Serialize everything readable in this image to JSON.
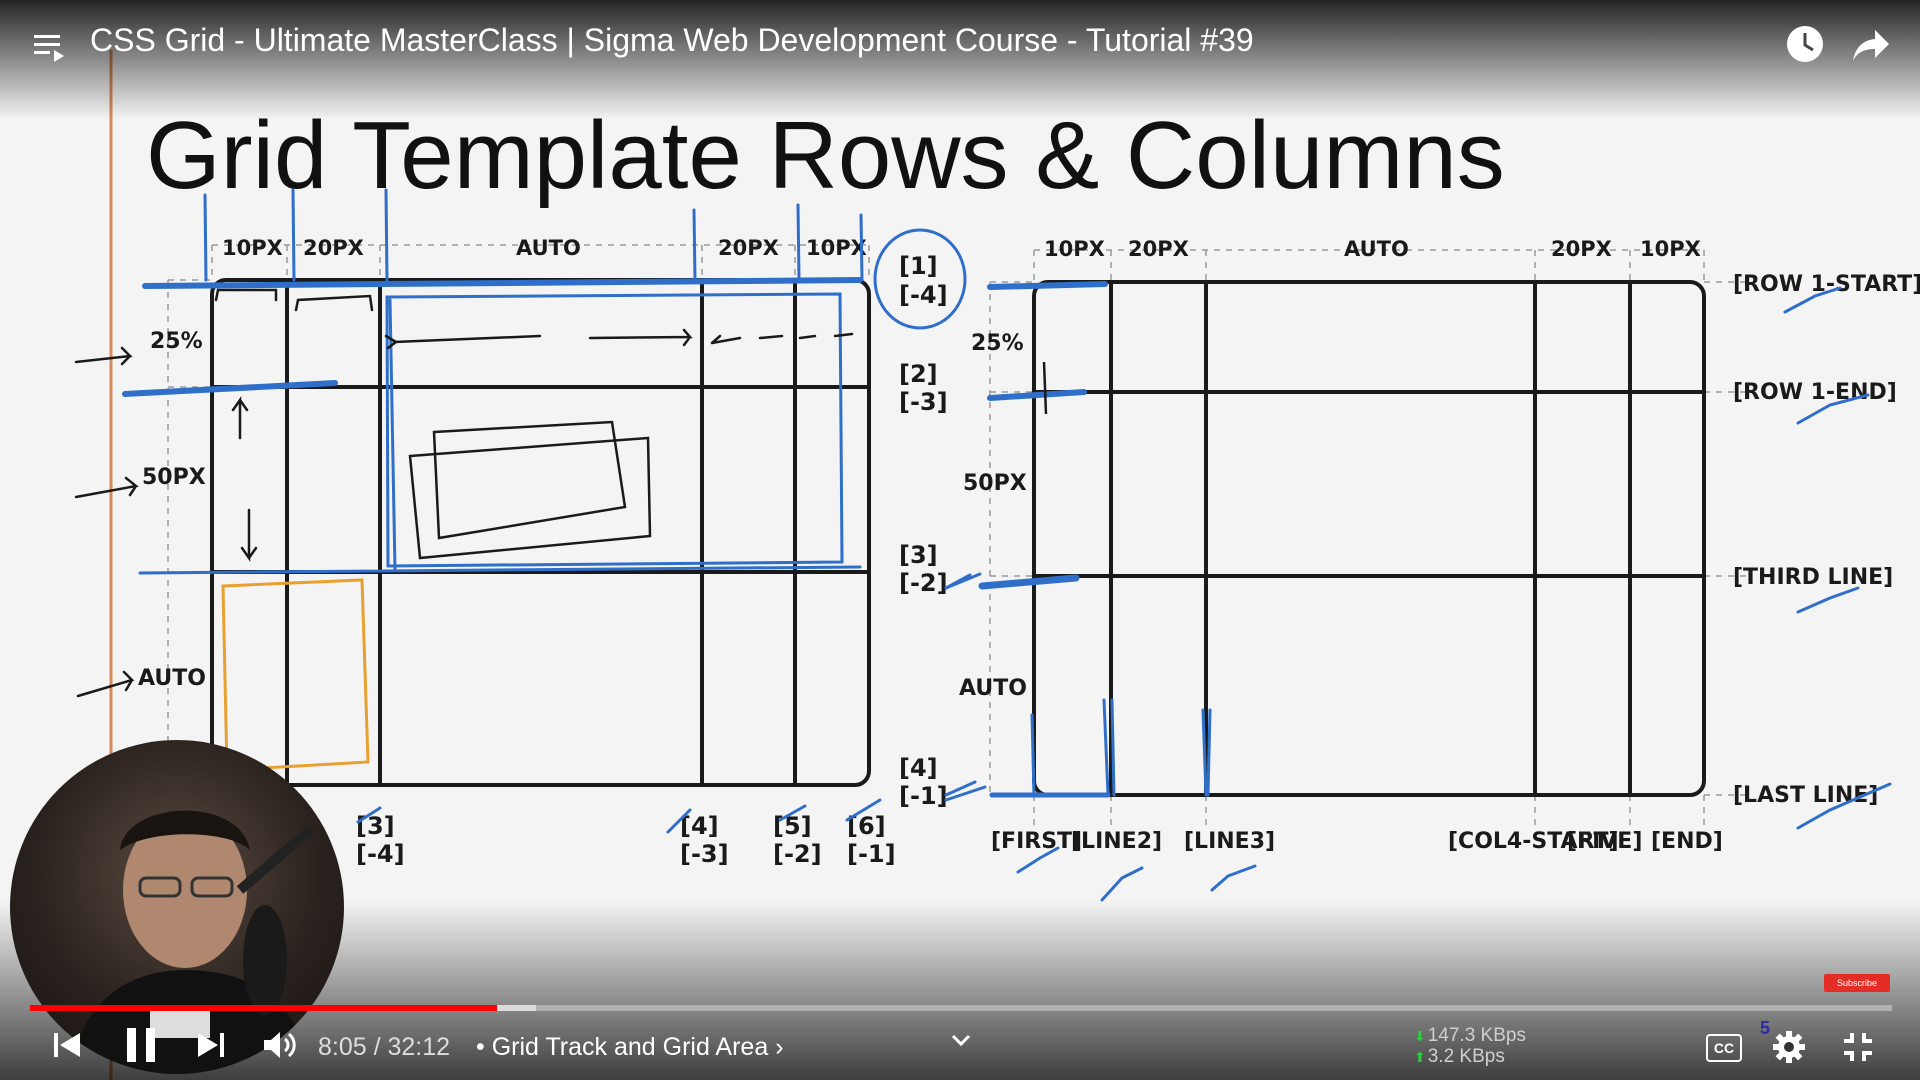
{
  "player": {
    "video_title": "CSS Grid - Ultimate MasterClass | Sigma Web Development Course - Tutorial #39",
    "time_display": "8:05 / 32:12",
    "chapter_separator": "•",
    "chapter_title": "Grid Track and Grid Area",
    "chapter_chevron": "›",
    "played_fraction": 0.251,
    "buffered_fraction": 0.272,
    "net_down": "147.3 KBps",
    "net_up": "3.2 KBps",
    "cc_label": "CC",
    "settings_count": "5",
    "subscribe_label": "Subscribe",
    "icons": [
      "playlist-icon",
      "watch-later-icon",
      "share-icon",
      "previous-icon",
      "pause-icon",
      "next-icon",
      "volume-icon",
      "chevron-down-icon",
      "captions-icon",
      "settings-icon",
      "exit-fullscreen-icon"
    ]
  },
  "slide": {
    "heading": "Grid Template Rows & Columns",
    "left": {
      "col_sizes": [
        "10PX",
        "20PX",
        "AUTO",
        "20PX",
        "10PX"
      ],
      "row_sizes": [
        "25%",
        "50PX",
        "AUTO"
      ],
      "row_line_labels": [
        [
          "[1]",
          "[-4]"
        ],
        [
          "[2]",
          "[-3]"
        ],
        [
          "[3]",
          "[-2]"
        ],
        [
          "[4]",
          "[-1]"
        ]
      ],
      "col_line_labels": [
        [
          "[3]",
          "[-4]"
        ],
        [
          "[4]",
          "[-3]"
        ],
        [
          "[5]",
          "[-2]"
        ],
        [
          "[6]",
          "[-1]"
        ]
      ]
    },
    "right": {
      "col_sizes": [
        "10PX",
        "20PX",
        "AUTO",
        "20PX",
        "10PX"
      ],
      "row_sizes": [
        "25%",
        "50PX",
        "AUTO"
      ],
      "row_line_names": [
        "[ROW 1-START]",
        "[ROW 1-END]",
        "[THIRD LINE]",
        "[LAST LINE]"
      ],
      "col_line_names": [
        "[FIRST]",
        "[LINE2]",
        "[LINE3]",
        "[COL4-START]",
        "[FIVE]",
        "[END]"
      ]
    },
    "colors": {
      "ink": "#1a1a1a",
      "pen_blue": "#2f6fc9",
      "pen_orange": "#e8a030",
      "guide": "#9a9a9a"
    }
  }
}
